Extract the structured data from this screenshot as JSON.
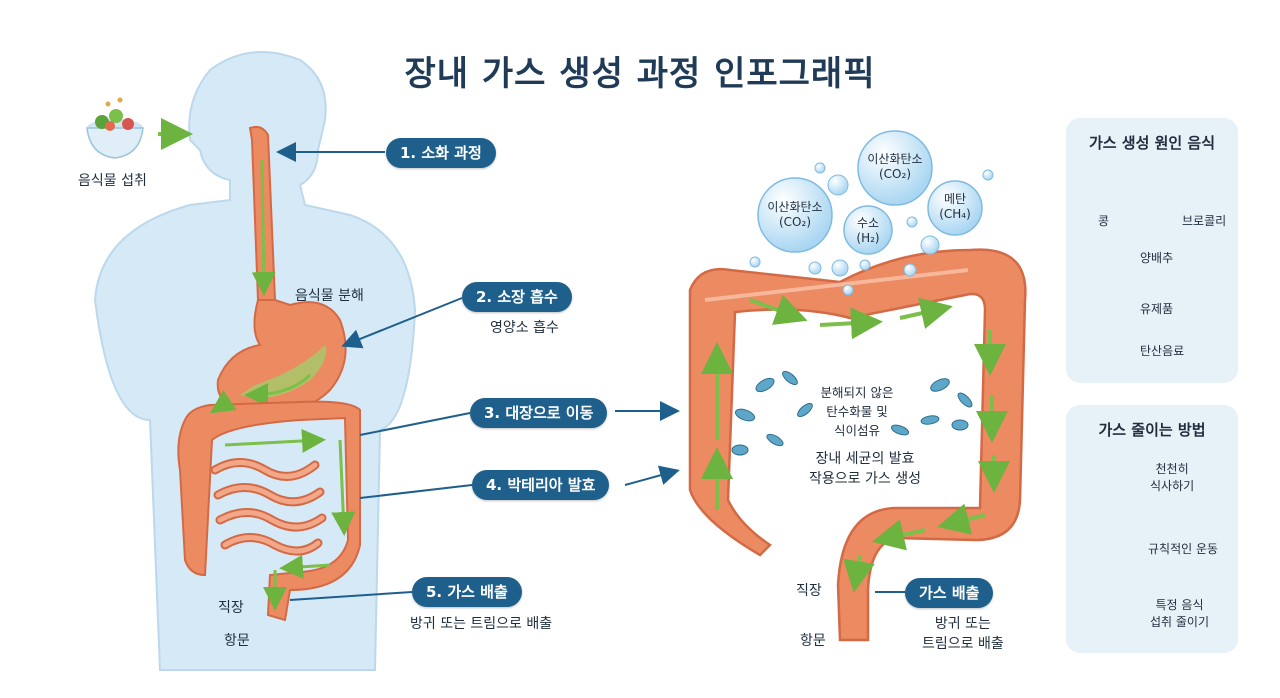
{
  "title": "장내 가스 생성 과정 인포그래픽",
  "left": {
    "food_intake": "음식물 섭취",
    "food_breakdown": "음식물 분해",
    "rectum": "직장",
    "anus": "항문"
  },
  "steps": [
    {
      "label": "1. 소화 과정",
      "sub": ""
    },
    {
      "label": "2. 소장 흡수",
      "sub": "영양소 흡수"
    },
    {
      "label": "3. 대장으로 이동",
      "sub": ""
    },
    {
      "label": "4. 박테리아 발효",
      "sub": ""
    },
    {
      "label": "5. 가스 배출",
      "sub": "방귀 또는 트림으로 배출"
    }
  ],
  "bubbles": {
    "co2_top": {
      "name": "이산화탄소",
      "formula": "(CO₂)"
    },
    "co2_left": {
      "name": "이산화탄소",
      "formula": "(CO₂)"
    },
    "h2": {
      "name": "수소",
      "formula": "(H₂)"
    },
    "ch4": {
      "name": "메탄",
      "formula": "(CH₄)"
    }
  },
  "colon": {
    "undigested": "분해되지 않은\n탄수화물 및\n식이섬유",
    "fermentation": "장내 세균의 발효\n작용으로 가스 생성",
    "rectum": "직장",
    "anus": "항문",
    "gas_out_label": "가스 배출",
    "gas_out_sub": "방귀 또는\n트림으로 배출"
  },
  "foods_panel": {
    "title": "가스 생성 원인 음식",
    "items": [
      {
        "label": "콩",
        "icon": "beans-icon"
      },
      {
        "label": "브로콜리",
        "icon": "broccoli-icon"
      },
      {
        "label": "양배추",
        "icon": "cabbage-icon"
      },
      {
        "label": "유제품",
        "icon": "milk-icon"
      },
      {
        "label": "탄산음료",
        "icon": "soda-can-icon"
      }
    ]
  },
  "reduce_panel": {
    "title": "가스 줄이는 방법",
    "items": [
      {
        "label": "천천히\n식사하기",
        "icon": "eating-person-icon"
      },
      {
        "label": "규칙적인 운동",
        "icon": "running-person-icon"
      },
      {
        "label": "특정 음식\n섭취 줄이기",
        "icon": "no-food-icon"
      }
    ]
  },
  "colors": {
    "accent": "#1f5f8c",
    "gut": "#ec8a62",
    "gut_dark": "#d46a45",
    "arrow": "#7cbf4a",
    "body": "#d6e9f6",
    "panel": "#e7f1f8"
  }
}
